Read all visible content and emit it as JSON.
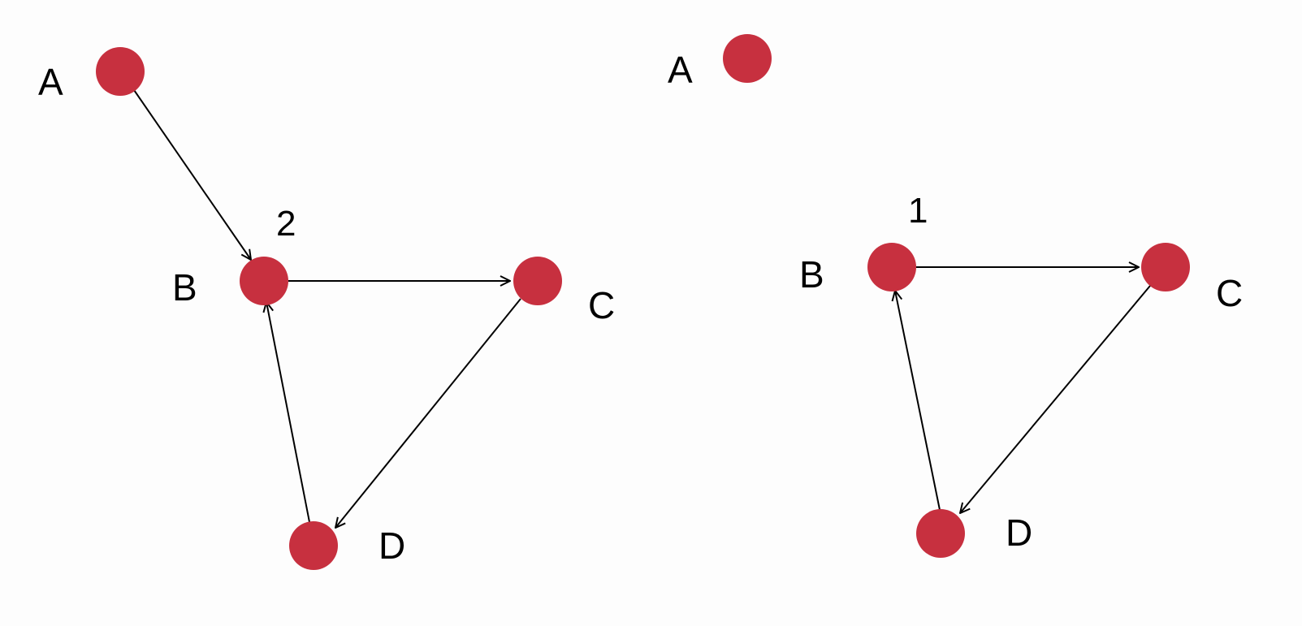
{
  "colors": {
    "node": "#c7303f",
    "edge": "#000000",
    "background": "#fdfdfd"
  },
  "graphs": [
    {
      "count_label": "2",
      "nodes": [
        {
          "id": "A",
          "label": "A"
        },
        {
          "id": "B",
          "label": "B"
        },
        {
          "id": "C",
          "label": "C"
        },
        {
          "id": "D",
          "label": "D"
        }
      ],
      "edges": [
        {
          "from": "A",
          "to": "B"
        },
        {
          "from": "B",
          "to": "C"
        },
        {
          "from": "C",
          "to": "D"
        },
        {
          "from": "D",
          "to": "B"
        }
      ]
    },
    {
      "count_label": "1",
      "nodes": [
        {
          "id": "A",
          "label": "A"
        },
        {
          "id": "B",
          "label": "B"
        },
        {
          "id": "C",
          "label": "C"
        },
        {
          "id": "D",
          "label": "D"
        }
      ],
      "edges": [
        {
          "from": "B",
          "to": "C"
        },
        {
          "from": "C",
          "to": "D"
        },
        {
          "from": "D",
          "to": "B"
        }
      ]
    }
  ]
}
